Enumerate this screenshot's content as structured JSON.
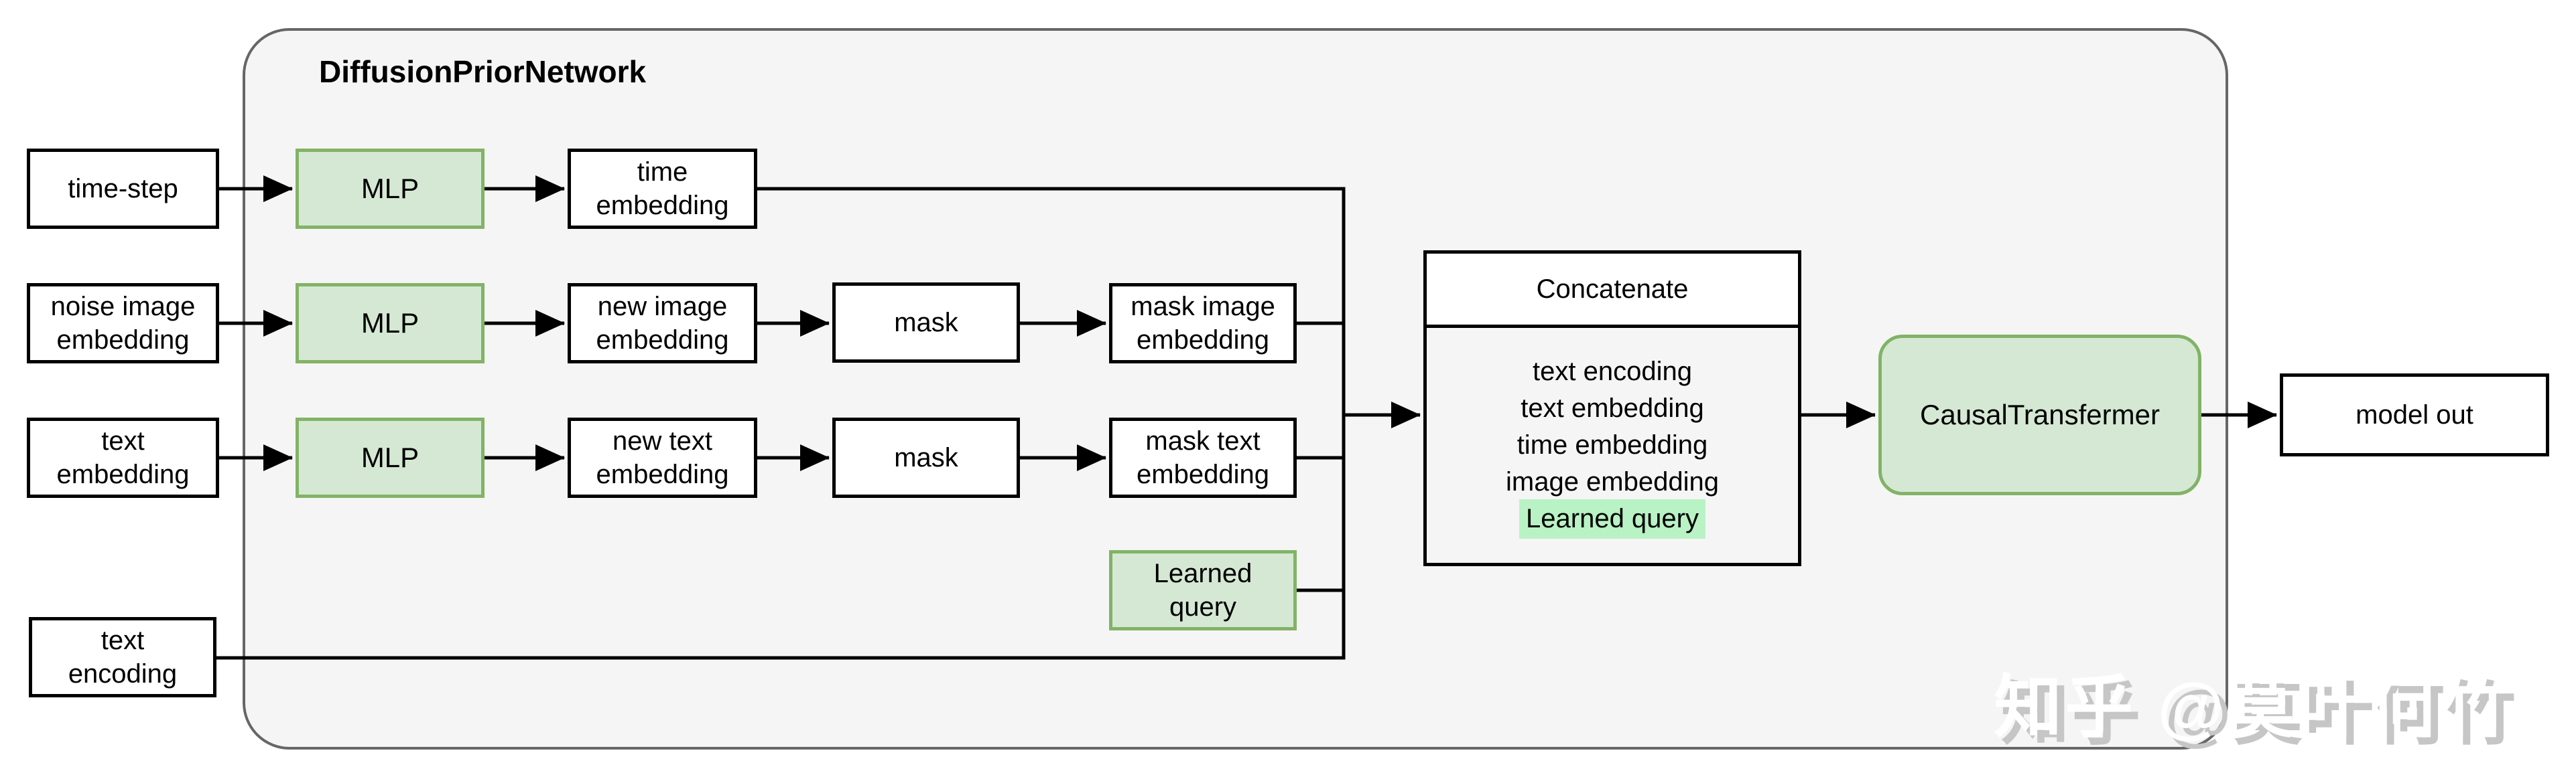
{
  "title": "DiffusionPriorNetwork",
  "colors": {
    "group_fill": "#f5f5f5",
    "group_stroke": "#666666",
    "node_fill": "#ffffff",
    "node_stroke": "#000000",
    "green_fill": "#d5e8d4",
    "green_stroke": "#82b366",
    "list_highlight": "#b9f2c4",
    "connector": "#000000",
    "watermark_text": "#ffffff",
    "watermark_shadow": "#c6c6c6"
  },
  "nodes": {
    "time_step": "time-step",
    "noise_image_embedding": "noise image\nembedding",
    "text_embedding": "text\nembedding",
    "text_encoding": "text\nencoding",
    "mlp": "MLP",
    "time_embedding": "time\nembedding",
    "new_image_embedding": "new image\nembedding",
    "new_text_embedding": "new text\nembedding",
    "mask": "mask",
    "mask_image_embedding": "mask image\nembedding",
    "mask_text_embedding": "mask text\nembedding",
    "learned_query": "Learned\nquery",
    "causal_transformer": "CausalTransfermer",
    "model_out": "model out"
  },
  "concatenate": {
    "title": "Concatenate",
    "items": [
      "text encoding",
      "text embedding",
      "time embedding",
      "image embedding",
      "Learned query"
    ],
    "highlighted_item": "Learned query"
  },
  "watermark": "知乎 @莫叶何竹"
}
